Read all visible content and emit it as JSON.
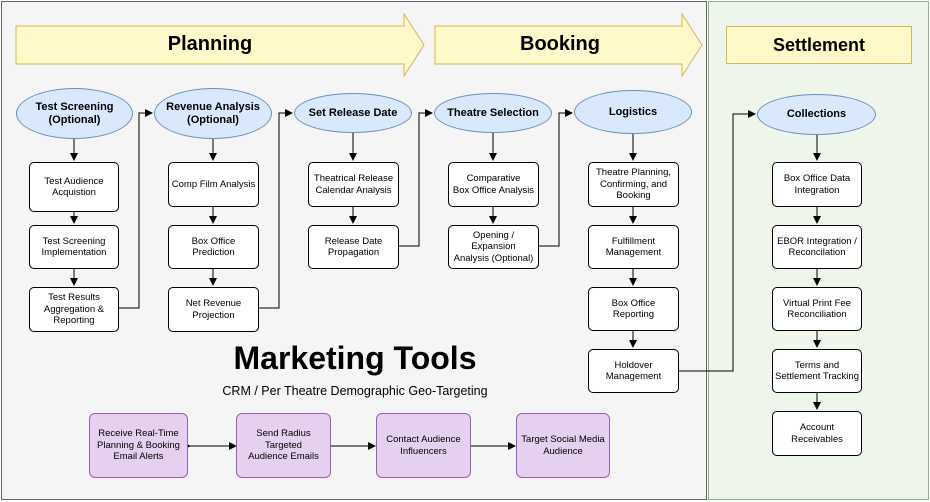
{
  "phases": {
    "planning": "Planning",
    "booking": "Booking",
    "settlement": "Settlement"
  },
  "stages": [
    {
      "label": "Test Screening\n(Optional)",
      "tasks": [
        "Test Audience\nAcquistion",
        "Test Screening\nImplementation",
        "Test Results\nAggregation &\nReporting"
      ]
    },
    {
      "label": "Revenue Analysis\n(Optional)",
      "tasks": [
        "Comp Film Analysis",
        "Box Office Prediction",
        "Net Revenue\nProjection"
      ]
    },
    {
      "label": "Set Release Date",
      "tasks": [
        "Theatrical Release\nCalendar Analysis",
        "Release Date\nPropagation"
      ]
    },
    {
      "label": "Theatre Selection",
      "tasks": [
        "Comparative\nBox Office Analysis",
        "Opening / Expansion\nAnalysis (Optional)"
      ]
    },
    {
      "label": "Logistics",
      "tasks": [
        "Theatre Planning,\nConfirming, and\nBooking",
        "Fulfillment\nManagement",
        "Box Office Reporting",
        "Holdover\nManagement"
      ]
    },
    {
      "label": "Collections",
      "tasks": [
        "Box Office Data\nIntegration",
        "EBOR Integration /\nReconcilation",
        "Virtual Print Fee\nReconciliation",
        "Terms and\nSettlement Tracking",
        "Account Receivables"
      ]
    }
  ],
  "marketing": {
    "title": "Marketing Tools",
    "subtitle": "CRM / Per Theatre Demographic Geo-Targeting",
    "tools": [
      "Receive Real-Time\nPlanning & Booking\nEmail Alerts",
      "Send Radius Targeted\nAudience Emails",
      "Contact Audience\nInfluencers",
      "Target Social Media\nAudience"
    ]
  },
  "colors": {
    "stage_fill": "#dae8fc",
    "phase_arrow_fill": "#fff8c9",
    "tool_fill": "#e6d0f0",
    "settlement_bg": "#eef5eb"
  }
}
